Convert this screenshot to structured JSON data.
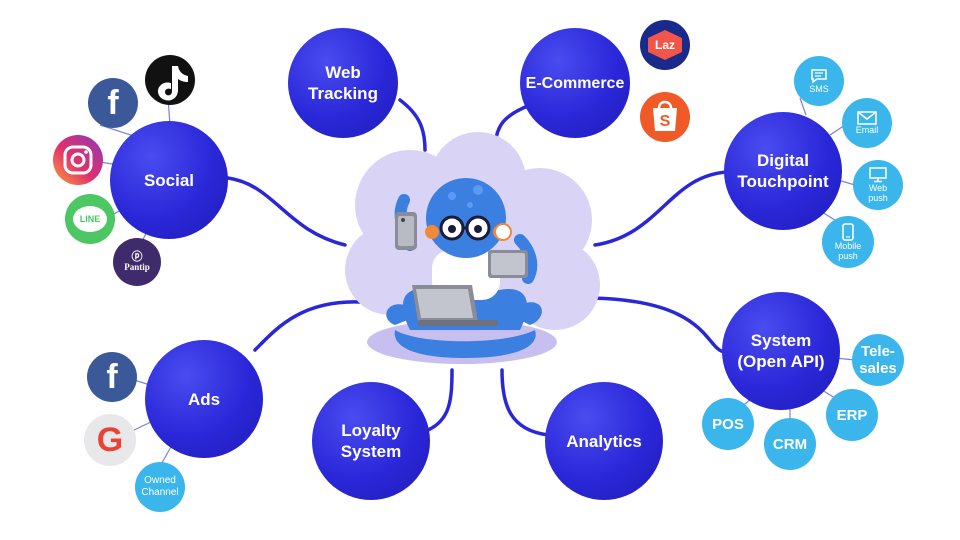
{
  "hubs": {
    "web_tracking": "Web\nTracking",
    "ecommerce": "E-Commerce",
    "social": "Social",
    "digital_touchpoint": "Digital\nTouchpoint",
    "system": "System\n(Open API)",
    "ads": "Ads",
    "loyalty": "Loyalty\nSystem",
    "analytics": "Analytics"
  },
  "system_satellites": {
    "telesales": "Tele-\nsales",
    "erp": "ERP",
    "crm": "CRM",
    "pos": "POS"
  },
  "touchpoint_channels": {
    "sms": "SMS",
    "email": "Email",
    "web_push": "Web\npush",
    "mobile_push": "Mobile\npush"
  },
  "ads_channels": {
    "owned_channel": "Owned\nChannel"
  },
  "brand_labels": {
    "lazada": "Laz",
    "line": "LINE",
    "pantip": "Pantip",
    "shopee": "S",
    "facebook": "f",
    "google": "G"
  },
  "colors": {
    "hub": "#2a27d8",
    "satellite": "#3bb6ec",
    "connector": "#2a27d8",
    "cloud": "#d9d3f5",
    "mascot": "#3b7fe0"
  }
}
